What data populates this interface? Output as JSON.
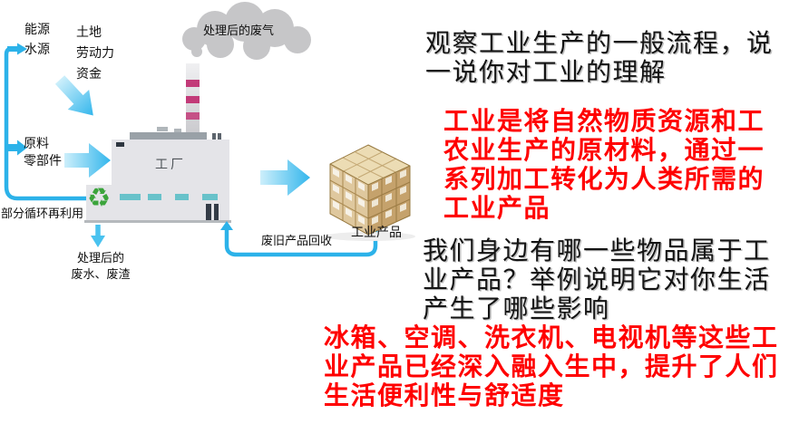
{
  "slide": {
    "background": "#ffffff"
  },
  "palette": {
    "arrow_blue": "#2cb2e9",
    "arrow_blue_light": "#cdeffb",
    "cloud_gray": "#c6c6c8",
    "factory_gray": "#e4e4e8",
    "roof_gray": "#99a1a7",
    "stripe_magenta": "#c23a78",
    "window_teal": "#68c2ca",
    "door_dark": "#333b46",
    "recycle_green": "#3ba43b",
    "box_front": "#dfc89e",
    "box_side": "#c5a26c",
    "box_top": "#ecdcb4",
    "question_text": "#141414",
    "answer_text": "#ff0000"
  },
  "diagram": {
    "inputs_energy": {
      "lines": [
        "能源",
        "水源"
      ]
    },
    "inputs_factors": {
      "lines": [
        "土地",
        "劳动力",
        "资金"
      ]
    },
    "exhaust_label": "处理后的废气",
    "inputs_materials": {
      "lines": [
        "原料",
        "零部件"
      ]
    },
    "factory_label": "工厂",
    "recycle_note": "部分循环再利用",
    "waste_label": {
      "lines": [
        "处理后的",
        "废水、废渣"
      ]
    },
    "recycle_flow_label": "废旧产品回收",
    "product_label": "工业产品",
    "recycle_glyph": "♻"
  },
  "right_column": {
    "q1": {
      "lines": [
        "观察工业生产的一般流程，说",
        "一说你对工业的理解"
      ]
    },
    "a1": {
      "lines": [
        "工业是将自然物质资源和工",
        "农业生产的原材料，通过一",
        "系列加工转化为人类所需的",
        "工业产品"
      ]
    },
    "q2": {
      "lines": [
        "我们身边有哪一些物品属于工",
        "业产品？举例说明它对你生活",
        "产生了哪些影响"
      ]
    },
    "a2": {
      "lines": [
        "冰箱、空调、洗衣机、电视机等这些工",
        "业产品已经深入融入生中，提升了人们",
        "生活便利性与舒适度"
      ]
    }
  }
}
